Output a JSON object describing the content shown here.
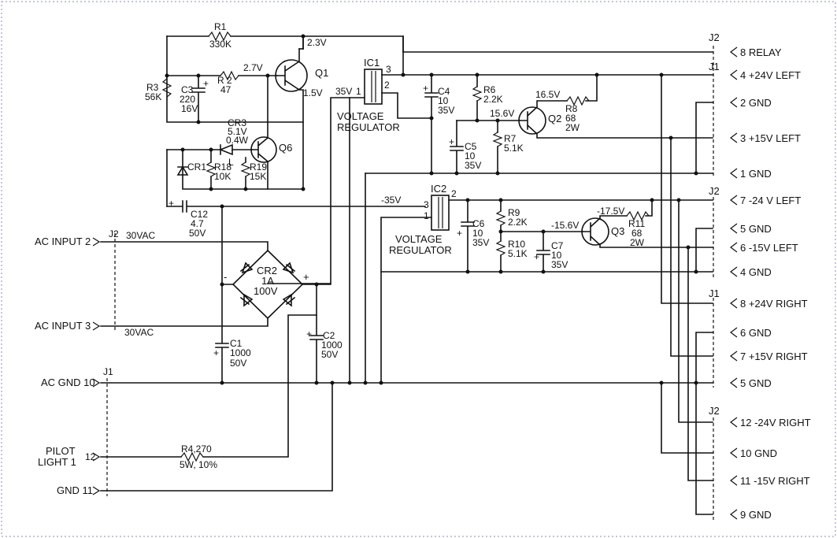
{
  "components": {
    "R1": {
      "name": "R1",
      "value": "330K"
    },
    "R2": {
      "name": "R 2",
      "value": "47"
    },
    "R3": {
      "name": "R3",
      "value": "56K"
    },
    "C3": {
      "name": "C3",
      "value": "220",
      "rating": "16V"
    },
    "Q1": {
      "name": "Q1"
    },
    "CR3": {
      "name": "CR3",
      "value": "5.1V",
      "rating": "0.4W",
      "suffix": "L"
    },
    "Q6": {
      "name": "Q6"
    },
    "CR1": {
      "name": "CR1"
    },
    "R18": {
      "name": "R18",
      "value": "10K"
    },
    "R19": {
      "name": "R19",
      "value": "15K"
    },
    "C12": {
      "name": "C12",
      "value": "4.7",
      "rating": "50V"
    },
    "IC1": {
      "name": "IC1",
      "pin1": "1",
      "pin2": "2",
      "pin3": "3",
      "label1": "VOLTAGE",
      "label2": "REGULATOR"
    },
    "IC2": {
      "name": "IC2",
      "pin1": "1",
      "pin2": "2",
      "pin3": "3",
      "label1": "VOLTAGE",
      "label2": "REGULATOR"
    },
    "C4": {
      "name": "C4",
      "value": "10",
      "rating": "35V"
    },
    "R6": {
      "name": "R6",
      "value": "2.2K"
    },
    "C5": {
      "name": "C5",
      "value": "10",
      "rating": "35V"
    },
    "R7": {
      "name": "R7",
      "value": "5.1K"
    },
    "Q2": {
      "name": "Q2"
    },
    "R8": {
      "name": "R8",
      "value": "68",
      "rating": "2W"
    },
    "C6": {
      "name": "C6",
      "value": "10",
      "rating": "35V"
    },
    "R9": {
      "name": "R9",
      "value": "2.2K"
    },
    "R10": {
      "name": "R10",
      "value": "5.1K"
    },
    "C7": {
      "name": "C7",
      "value": "10",
      "rating": "35V"
    },
    "Q3": {
      "name": "Q3"
    },
    "R11": {
      "name": "R11",
      "value": "68",
      "rating": "2W"
    },
    "CR2": {
      "name": "CR2",
      "value": "1A",
      "rating": "100V"
    },
    "C1": {
      "name": "C1",
      "value": "1000",
      "rating": "50V"
    },
    "C2": {
      "name": "C2",
      "value": "1000",
      "rating": "50V"
    },
    "R4": {
      "name": "R4,270",
      "rating": "5W, 10%"
    }
  },
  "voltages": {
    "q1_collector": "2.3V",
    "q1_base": "2.7V",
    "q1_emitter": "1.5V",
    "ic1_in": "35V",
    "q2_collector": "16.5V",
    "q2_base": "15.6V",
    "ic2_in": "-35V",
    "q3_collector": "-17.5V",
    "q3_base": "-15.6V"
  },
  "inputs": {
    "ac_input_2": "AC INPUT 2",
    "ac_input_2_voltage": "30VAC",
    "ac_input_3": "AC INPUT 3",
    "ac_input_3_voltage": "30VAC",
    "ac_gnd": "AC GND 10",
    "pilot_line1": "PILOT",
    "pilot_line2": "LIGHT 1",
    "pilot_pin": "12",
    "gnd": "GND 11",
    "connector_j2": "J2",
    "connector_j1": "J1"
  },
  "outputs": [
    {
      "label": "8 RELAY"
    },
    {
      "label": "4 +24V LEFT"
    },
    {
      "label": "2 GND"
    },
    {
      "label": "3 +15V LEFT"
    },
    {
      "label": "1 GND"
    },
    {
      "label": "7 -24 V LEFT"
    },
    {
      "label": "5 GND"
    },
    {
      "label": "6 -15V LEFT"
    },
    {
      "label": "4 GND"
    },
    {
      "label": "8 +24V RIGHT"
    },
    {
      "label": "6 GND"
    },
    {
      "label": "7 +15V RIGHT"
    },
    {
      "label": "5 GND"
    },
    {
      "label": "12 -24V RIGHT"
    },
    {
      "label": "10 GND"
    },
    {
      "label": "11 -15V RIGHT"
    },
    {
      "label": "9 GND"
    }
  ],
  "output_connectors": [
    "J2",
    "J1",
    "J2",
    "J1",
    "J2"
  ],
  "polarity": {
    "plus": "+",
    "minus": "-"
  }
}
